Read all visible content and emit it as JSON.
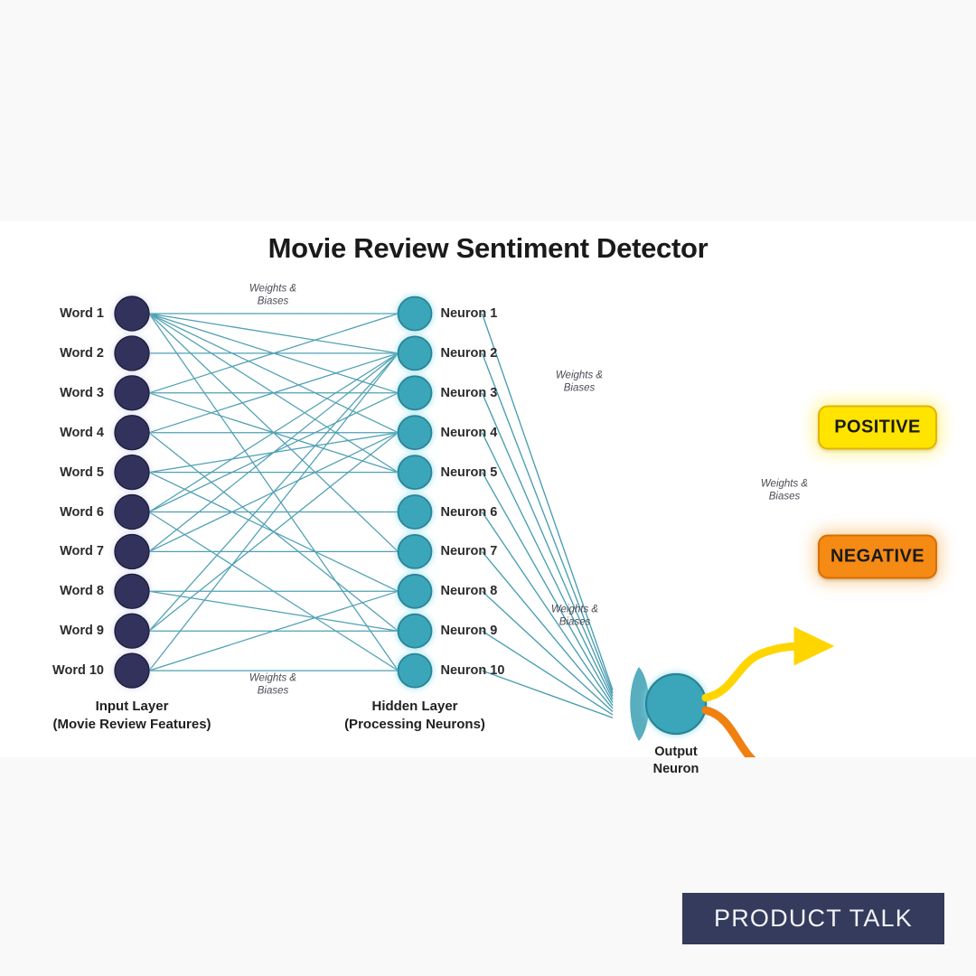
{
  "page": {
    "background_color": "#f9f9f9",
    "card_background": "#ffffff"
  },
  "diagram": {
    "title": "Movie Review Sentiment Detector",
    "input_layer": {
      "caption_line1": "Input Layer",
      "caption_line2": "(Movie Review Features)",
      "node_color": "#32325c",
      "nodes": [
        "Word 1",
        "Word 2",
        "Word 3",
        "Word 4",
        "Word 5",
        "Word 6",
        "Word 7",
        "Word 8",
        "Word 9",
        "Word 10"
      ]
    },
    "hidden_layer": {
      "caption_line1": "Hidden Layer",
      "caption_line2": "(Processing Neurons)",
      "node_color": "#3aa6b9",
      "nodes": [
        "Neuron 1",
        "Neuron 2",
        "Neuron 3",
        "Neuron 4",
        "Neuron 5",
        "Neuron 6",
        "Neuron 7",
        "Neuron 8",
        "Neuron 9",
        "Neuron 10"
      ]
    },
    "output_neuron": {
      "label_line1": "Output",
      "label_line2": "Neuron",
      "color": "#3aa6b9"
    },
    "edge_color": "#3f98ad",
    "annotations": [
      {
        "line1": "Weights &",
        "line2": "Biases"
      },
      {
        "line1": "Weights &",
        "line2": "Biases"
      },
      {
        "line1": "Weights &",
        "line2": "Biases"
      },
      {
        "line1": "Weights &",
        "line2": "Biases"
      },
      {
        "line1": "Weights &",
        "line2": "Biases"
      }
    ],
    "outputs": [
      {
        "label": "POSITIVE",
        "color": "#ffe400",
        "arrow_color": "#ffd500"
      },
      {
        "label": "NEGATIVE",
        "color": "#f58a14",
        "arrow_color": "#f08010"
      }
    ]
  },
  "watermark": {
    "text": "PRODUCT TALK",
    "background": "#343b5c",
    "text_color": "#f2f3f7"
  }
}
